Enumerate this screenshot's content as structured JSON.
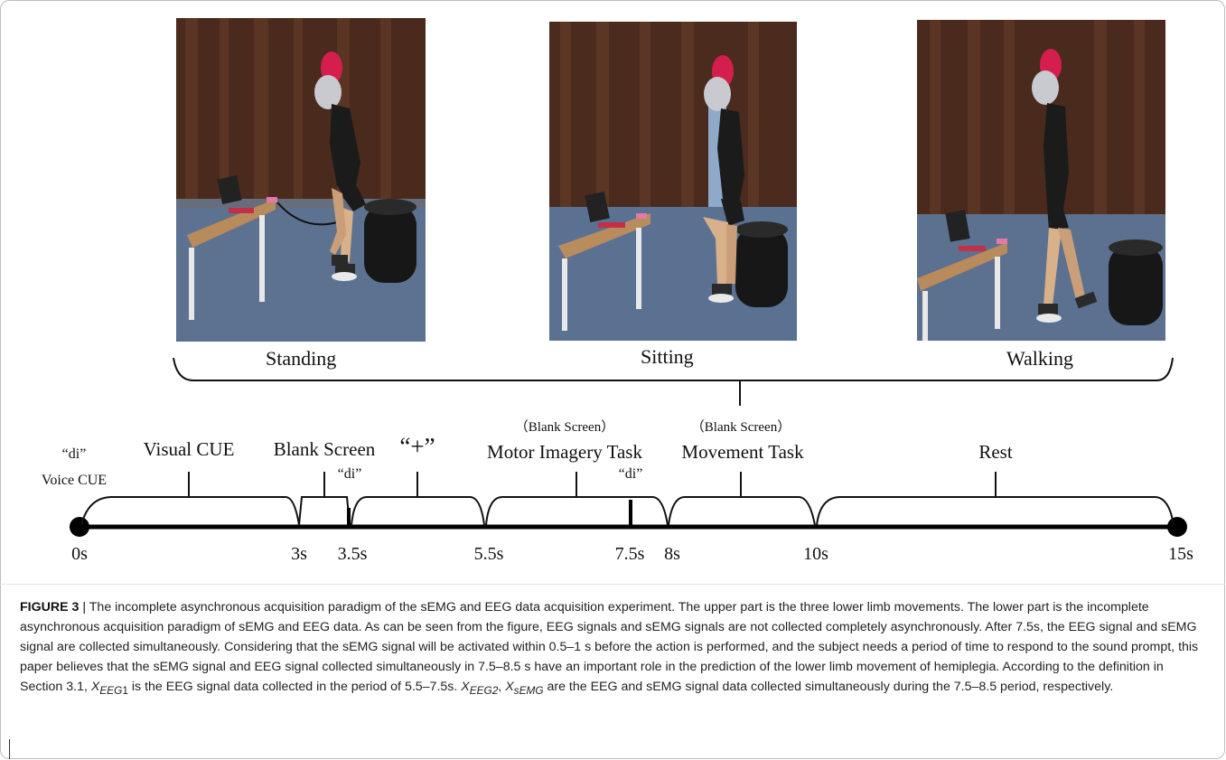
{
  "figure": {
    "scenes": [
      {
        "label": "Standing"
      },
      {
        "label": "Sitting"
      },
      {
        "label": "Walking"
      }
    ],
    "timeline": {
      "cue_top": "“di”",
      "cue_bottom": "Voice CUE",
      "phases": [
        {
          "label": "Visual CUE",
          "sublabel": ""
        },
        {
          "label": "Blank Screen",
          "sublabel": ""
        },
        {
          "label": "“+”",
          "sublabel": ""
        },
        {
          "label": "Motor Imagery Task",
          "sublabel": "（Blank Screen）"
        },
        {
          "label": "Movement Task",
          "sublabel": "（Blank Screen）"
        },
        {
          "label": "Rest",
          "sublabel": ""
        }
      ],
      "di_markers": [
        "“di”",
        "“di”"
      ],
      "ticks": [
        "0s",
        "3s",
        "3.5s",
        "5.5s",
        "7.5s",
        "8s",
        "10s",
        "15s"
      ]
    }
  },
  "caption": {
    "label": "FIGURE 3",
    "separator": "|",
    "text_1": "The incomplete asynchronous acquisition paradigm of the sEMG and EEG data acquisition experiment. The upper part is the three lower limb movements. The lower part is the incomplete asynchronous acquisition paradigm of sEMG and EEG data. As can be seen from the figure, EEG signals and sEMG signals are not collected completely asynchronously. After 7.5s, the EEG signal and sEMG signal are collected simultaneously. Considering that the sEMG signal will be activated within 0.5–1 s before the action is performed, and the subject needs a period of time to respond to the sound prompt, this paper believes that the sEMG signal and EEG signal collected simultaneously in 7.5–8.5 s have an important role in the prediction of the lower limb movement of hemiplegia. According to the definition in Section 3.1,",
    "sym_1": "X",
    "sub_1": "EEG",
    "sub_1b": "1",
    "text_2": " is the EEG signal data collected in the period of 5.5–7.5s.",
    "sym_2": "X",
    "sub_2": "EEG2",
    "sep_2": ",",
    "sym_3": "X",
    "sub_3": "sEMG",
    "text_3": " are the EEG and sEMG signal data collected simultaneously during the 7.5–8.5 period, respectively."
  }
}
